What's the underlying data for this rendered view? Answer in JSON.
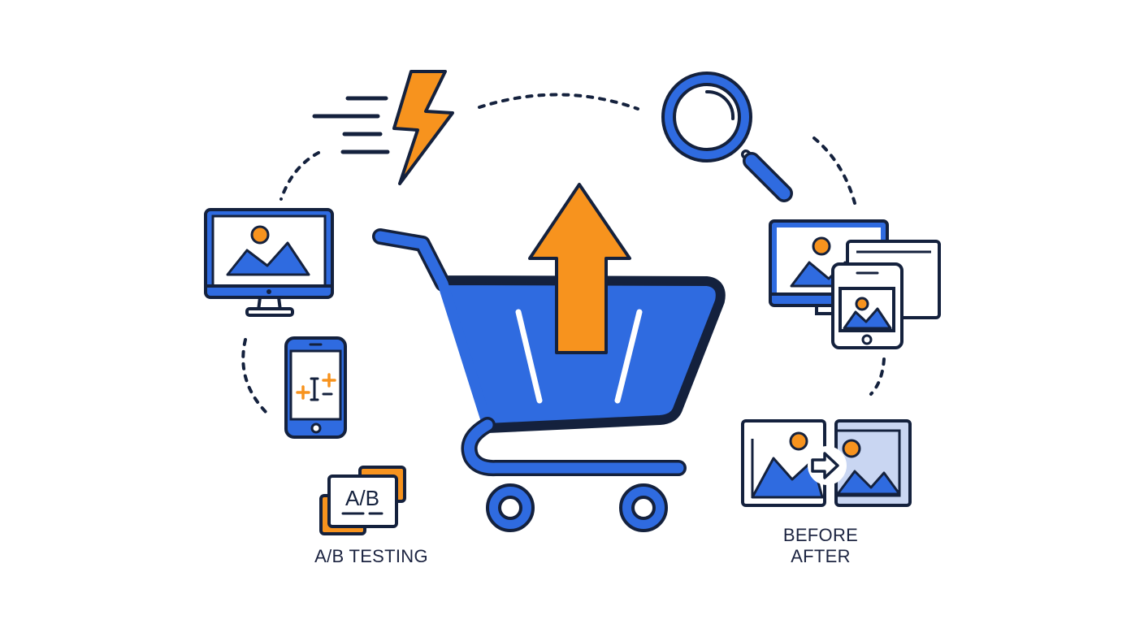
{
  "illustration": {
    "theme": "Cart conversion optimization",
    "colors": {
      "primary_blue": "#2F6BE0",
      "accent_orange": "#F7931E",
      "outline_navy": "#14213D",
      "light_blue_fill": "#C9D6F2",
      "background": "#FFFFFF"
    },
    "center": {
      "icon": "shopping-cart-icon",
      "overlay_icon": "arrow-up-icon"
    },
    "satellites": [
      {
        "id": "speed",
        "icon": "lightning-speed-icon"
      },
      {
        "id": "search",
        "icon": "magnifier-icon"
      },
      {
        "id": "desktop-image",
        "icon": "monitor-image-icon"
      },
      {
        "id": "mobile-text",
        "icon": "phone-text-size-icon"
      },
      {
        "id": "responsive",
        "icon": "responsive-devices-icon"
      },
      {
        "id": "ab-testing",
        "icon": "ab-cards-icon"
      },
      {
        "id": "before-after",
        "icon": "before-after-images-icon"
      }
    ],
    "texts": {
      "ab_card": "A/B",
      "ab_label": "A/B TESTING",
      "before_label": "BEFORE",
      "after_label": "AFTER"
    }
  }
}
